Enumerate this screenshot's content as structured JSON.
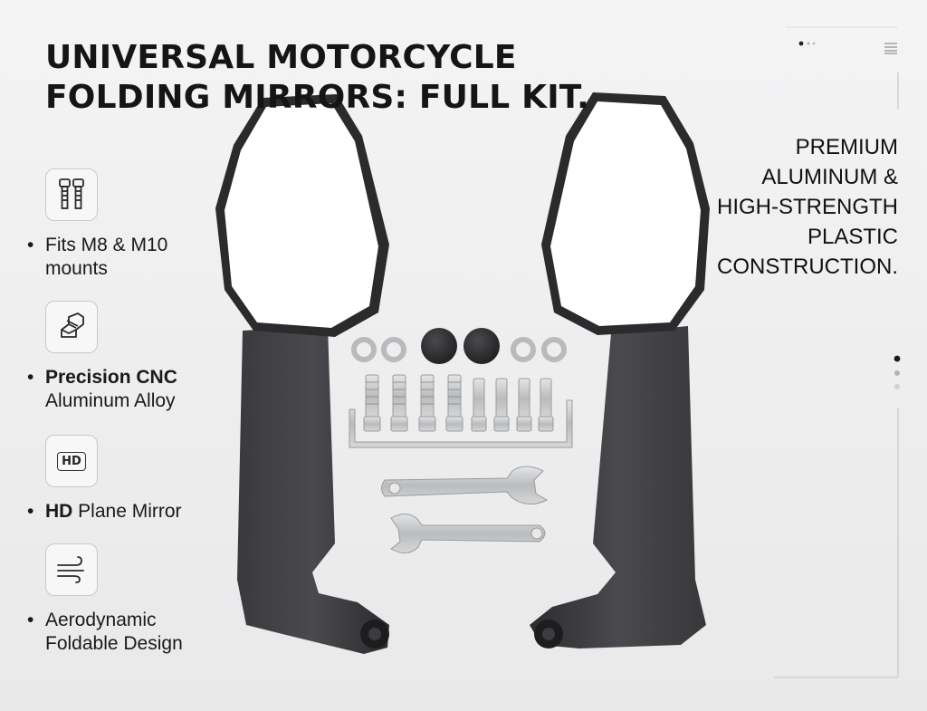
{
  "title": {
    "line1": "UNIVERSAL MOTORCYCLE",
    "line2": "FOLDING MIRRORS: FULL KIT."
  },
  "features": [
    {
      "icon": "bolts-icon",
      "line1_bold": "",
      "line1": "Fits M8 & M10",
      "line2": "mounts"
    },
    {
      "icon": "cnc-aluminum-icon",
      "line1_bold": "Precision CNC",
      "line1": "",
      "line2": "Aluminum Alloy"
    },
    {
      "icon": "hd-icon",
      "icon_label": "HD",
      "line1_bold": "HD",
      "line1": " Plane Mirror",
      "line2": ""
    },
    {
      "icon": "wind-icon",
      "line1_bold": "",
      "line1": "Aerodynamic",
      "line2": "Foldable Design"
    }
  ],
  "right_text": {
    "line1": "PREMIUM",
    "line2": "ALUMINUM &",
    "line3": "HIGH-STRENGTH",
    "line4": "PLASTIC",
    "line5": "CONSTRUCTION."
  },
  "colors": {
    "background": "#efeff0",
    "mirror_frame": "#2b2b2d",
    "mirror_glass": "#ffffff",
    "hardware": "#c4c6c8",
    "text": "#141414"
  }
}
